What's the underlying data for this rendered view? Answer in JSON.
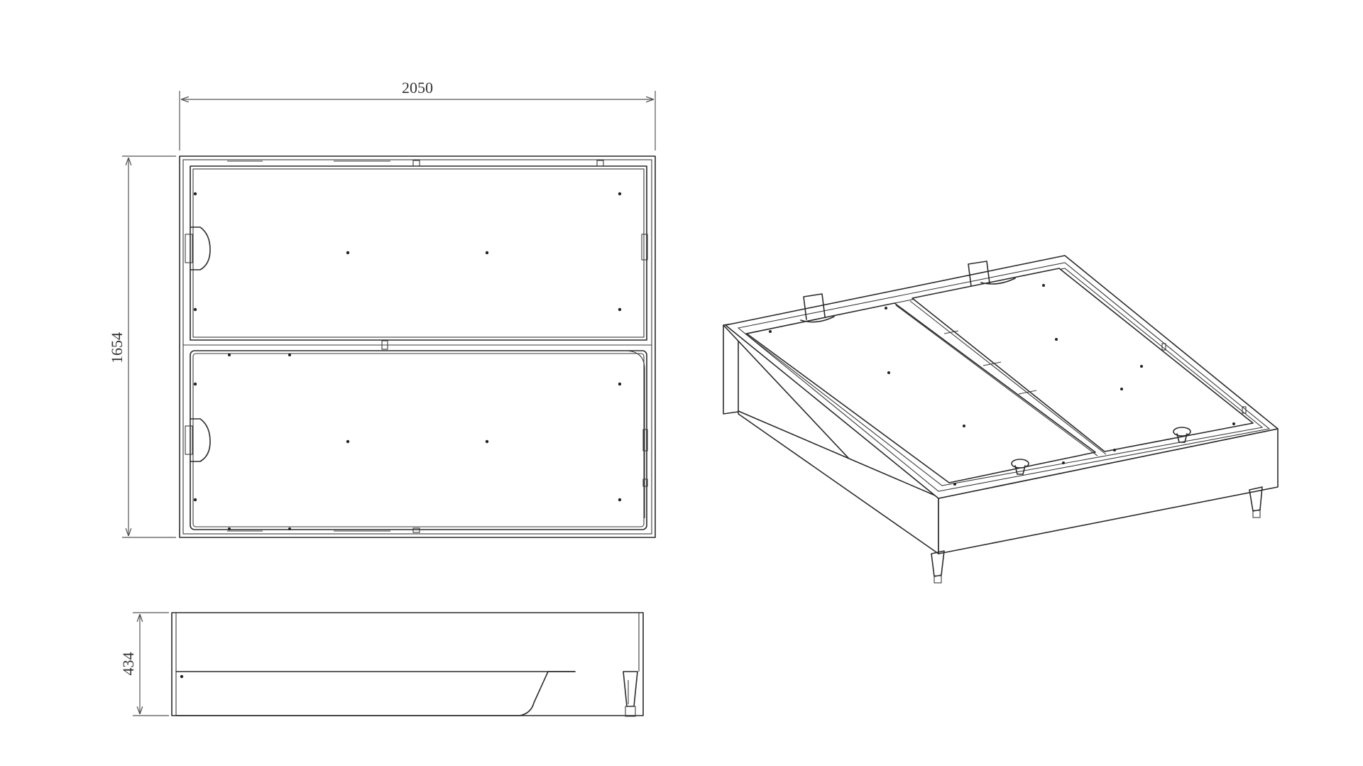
{
  "dimensions": {
    "width": "2050",
    "length": "1654",
    "height": "434"
  },
  "views": [
    "top-view",
    "side-view",
    "isometric-view"
  ],
  "colors": {
    "line": "#2a2a2a",
    "dimension": "#555555",
    "background": "#ffffff"
  }
}
